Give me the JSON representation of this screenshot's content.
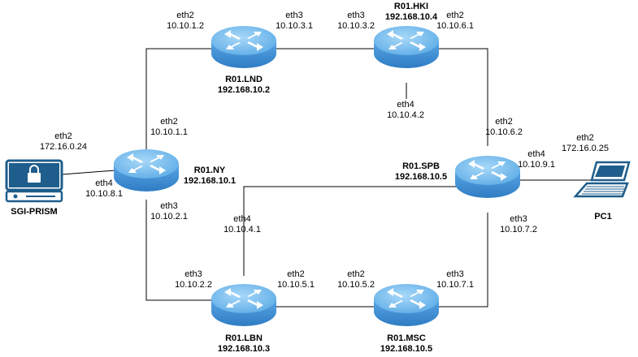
{
  "routers": {
    "lnd": {
      "name": "R01.LND",
      "ip": "192.168.10.2"
    },
    "hki": {
      "name": "R01.HKI",
      "ip": "192.168.10.4"
    },
    "ny": {
      "name": "R01.NY",
      "ip": "192.168.10.1"
    },
    "spb": {
      "name": "R01.SPB",
      "ip": "192.168.10.5"
    },
    "lbn": {
      "name": "R01.LBN",
      "ip": "192.168.10.3"
    },
    "msc": {
      "name": "R01.MSC",
      "ip": "192.168.10.5"
    }
  },
  "hosts": {
    "sgi": {
      "name": "SGI-PRISM",
      "iface": "eth2",
      "ip": "172.16.0.24"
    },
    "pc1": {
      "name": "PC1",
      "iface": "eth2",
      "ip": "172.16.0.25"
    }
  },
  "interfaces": {
    "lnd_eth2": {
      "iface": "eth2",
      "ip": "10.10.1.2"
    },
    "lnd_eth3": {
      "iface": "eth3",
      "ip": "10.10.3.1"
    },
    "hki_eth3": {
      "iface": "eth3",
      "ip": "10.10.3.2"
    },
    "hki_eth2": {
      "iface": "eth2",
      "ip": "10.10.6.1"
    },
    "hki_eth4": {
      "iface": "eth4",
      "ip": "10.10.4.2"
    },
    "ny_eth2": {
      "iface": "eth2",
      "ip": "10.10.1.1"
    },
    "ny_eth4": {
      "iface": "eth4",
      "ip": "10.10.8.1"
    },
    "ny_eth3": {
      "iface": "eth3",
      "ip": "10.10.2.1"
    },
    "spb_eth2": {
      "iface": "eth2",
      "ip": "10.10.6.2"
    },
    "spb_eth4": {
      "iface": "eth4",
      "ip": "10.10.9.1"
    },
    "spb_eth3": {
      "iface": "eth3",
      "ip": "10.10.7.2"
    },
    "lbn_eth4": {
      "iface": "eth4",
      "ip": "10.10.4.1"
    },
    "lbn_eth3": {
      "iface": "eth3",
      "ip": "10.10.2.2"
    },
    "lbn_eth2": {
      "iface": "eth2",
      "ip": "10.10.5.1"
    },
    "msc_eth2": {
      "iface": "eth2",
      "ip": "10.10.5.2"
    },
    "msc_eth3": {
      "iface": "eth3",
      "ip": "10.10.7.1"
    }
  },
  "colors": {
    "router_top": "#6fb8ee",
    "router_side": "#3f8fd3",
    "link": "#000000",
    "device": "#1f5d8c"
  },
  "icons": {
    "router": "router-icon",
    "server": "locked-server-icon",
    "laptop": "laptop-icon"
  }
}
